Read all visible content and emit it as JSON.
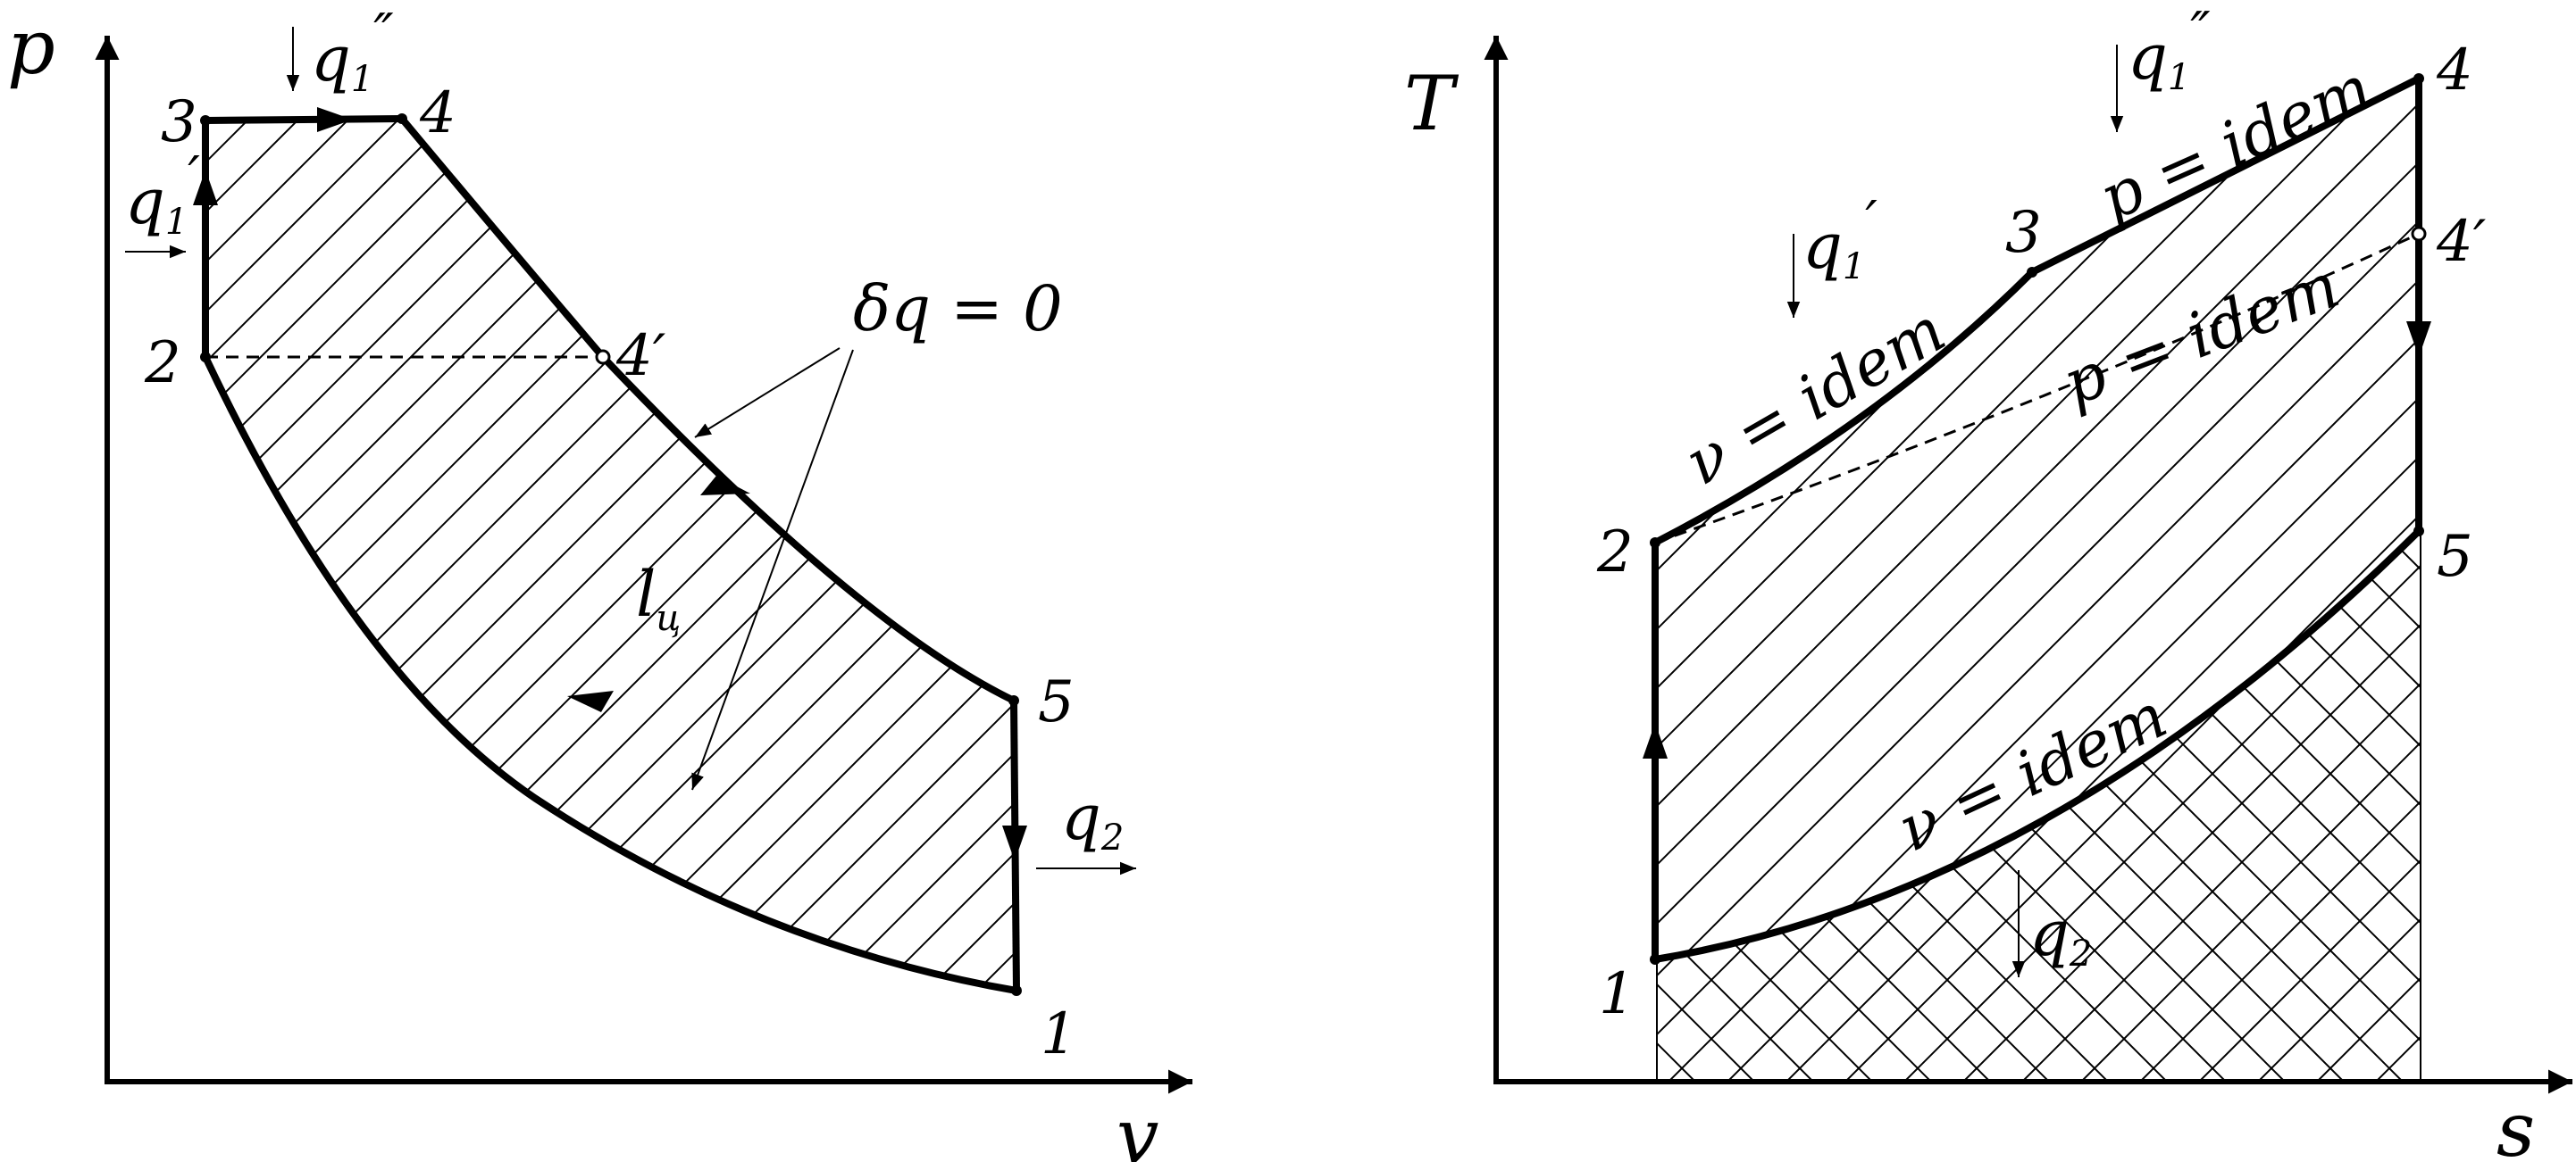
{
  "pv": {
    "y_axis": "p",
    "x_axis": "v",
    "points": {
      "p1": "1",
      "p2": "2",
      "p3": "3",
      "p4": "4",
      "p4p": "4′",
      "p5": "5"
    },
    "heat": {
      "q1p": "q",
      "q1p_sub": "1",
      "q1pp": "q",
      "q1pp_sub": "1",
      "q2": "q",
      "q2_sub": "2"
    },
    "adiabatic": "δq = 0",
    "work": "l",
    "work_sub": "ц"
  },
  "ts": {
    "y_axis": "T",
    "x_axis": "s",
    "points": {
      "p1": "1",
      "p2": "2",
      "p3": "3",
      "p4": "4",
      "p4p": "4′",
      "p5": "5"
    },
    "heat": {
      "q1p": "q",
      "q1p_sub": "1",
      "q1pp": "q",
      "q1pp_sub": "1",
      "q2": "q",
      "q2_sub": "2"
    },
    "v_idem_upper": "ν = idem",
    "p_idem_upper": "p = idem",
    "p_idem_dashed": "p = idem",
    "v_idem_lower": "ν = idem"
  }
}
